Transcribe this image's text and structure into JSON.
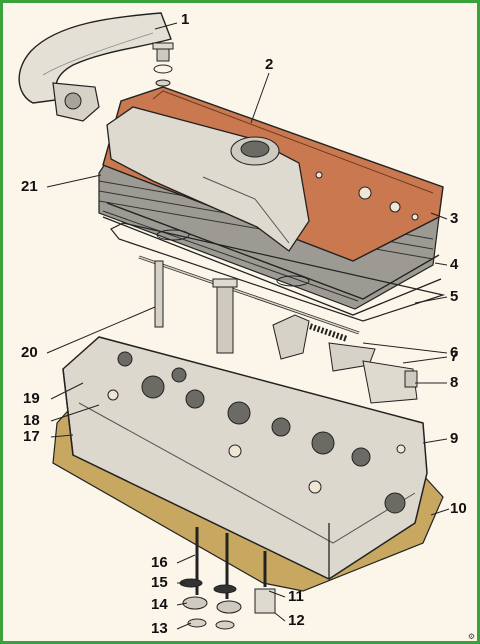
{
  "callouts": [
    "1",
    "2",
    "3",
    "4",
    "5",
    "6",
    "7",
    "8",
    "9",
    "10",
    "11",
    "12",
    "13",
    "14",
    "15",
    "16",
    "17",
    "18",
    "19",
    "20",
    "21"
  ],
  "colors": {
    "frame": "#3aa23a",
    "background": "#fbf6e9",
    "cover": "#c97850",
    "metal": "#d6d2c8",
    "gasket": "#c8a860",
    "ink": "#222222"
  },
  "watermark": "⚙"
}
